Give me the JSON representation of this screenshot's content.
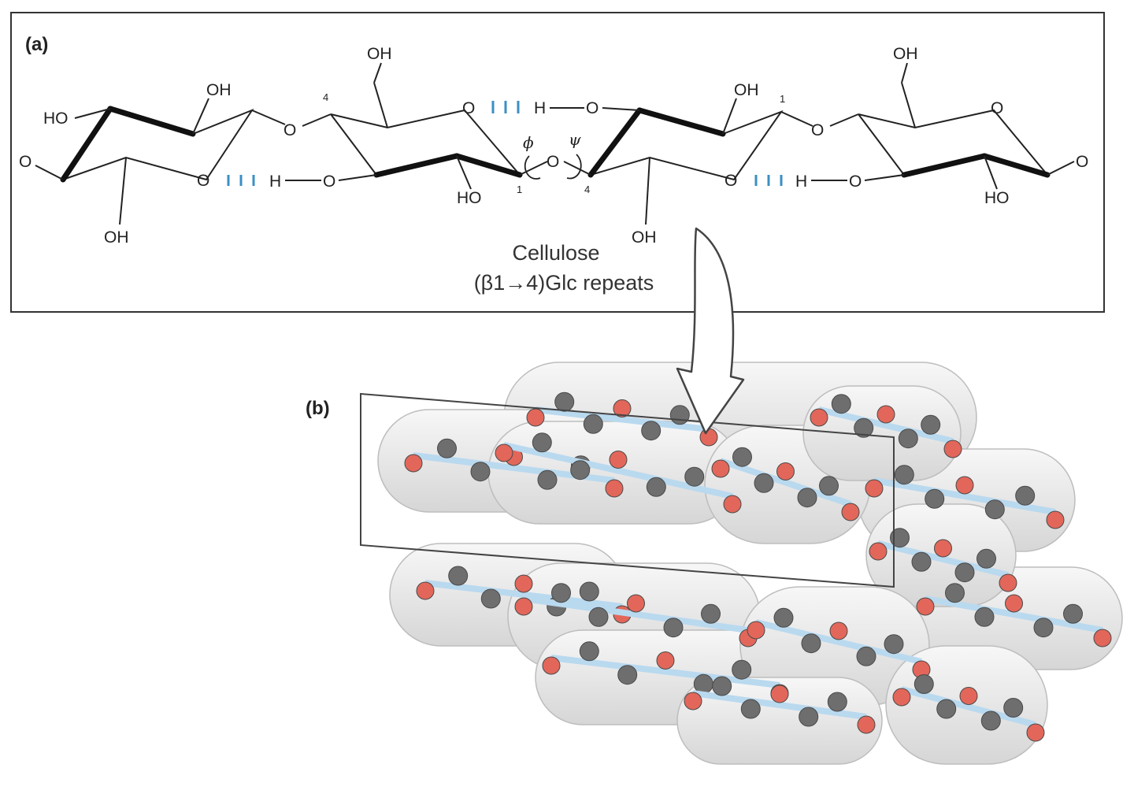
{
  "panel_a": {
    "label": "(a)",
    "caption_line1": "Cellulose",
    "caption_line2": "(β1→4)Glc repeats",
    "atoms": {
      "oh": "OH",
      "ho": "HO",
      "o": "O",
      "h": "H",
      "phi": "ϕ",
      "psi": "ψ",
      "c1": "1",
      "c4": "4"
    }
  },
  "panel_b": {
    "label": "(b)"
  },
  "colors": {
    "hydrogen_bond": "#3b8fc4",
    "carbon": "#6e6e6e",
    "oxygen": "#e2675a",
    "bond_3d": "#b9d9ef",
    "surface": "#ececec"
  }
}
